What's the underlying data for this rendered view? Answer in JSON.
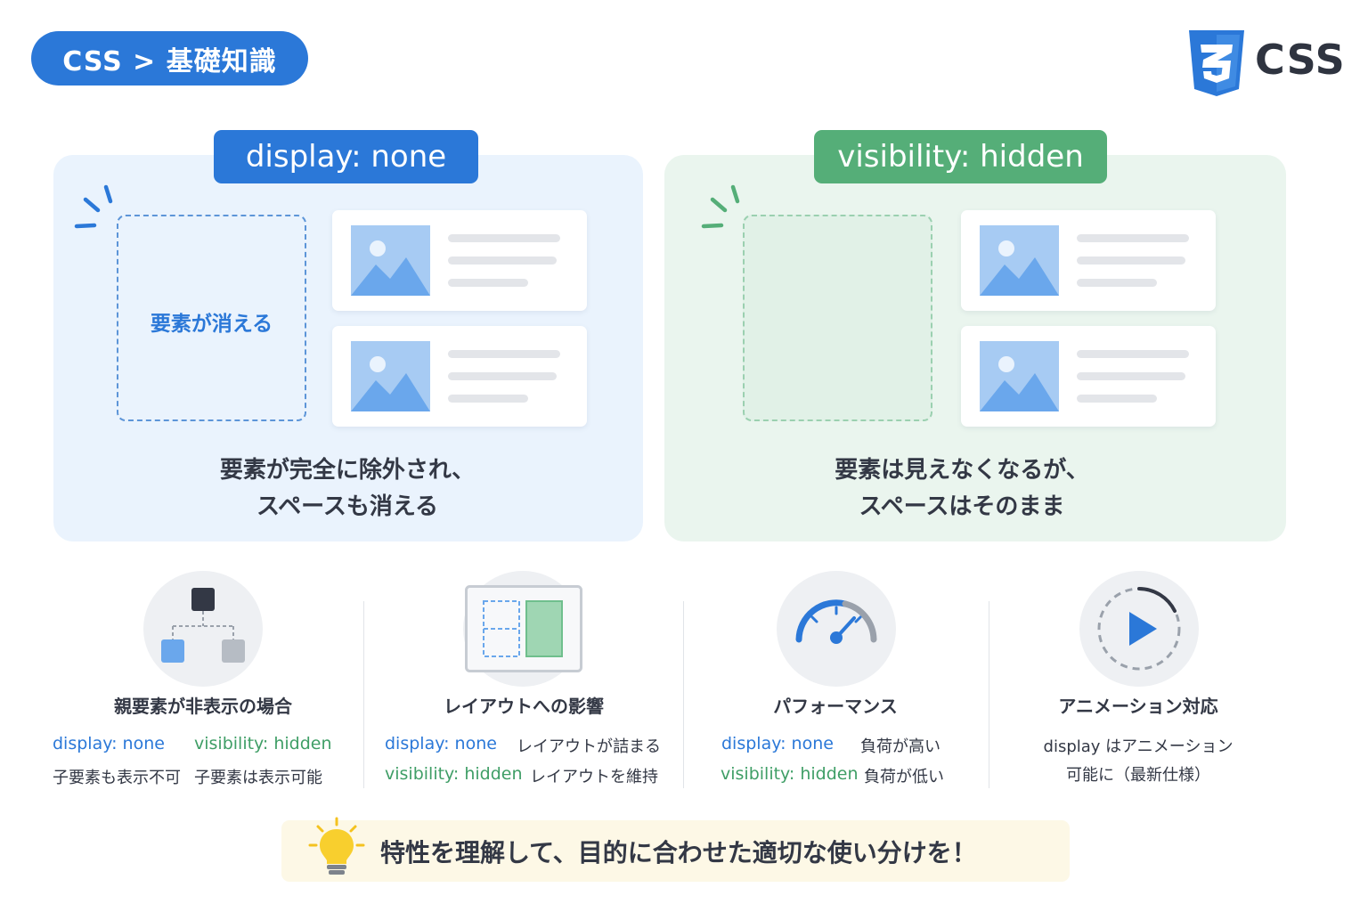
{
  "breadcrumb": "CSS > 基礎知識",
  "logo": {
    "text": "CSS",
    "badge_numeral": "3",
    "color": "#2b78d8"
  },
  "colors": {
    "blue": "#2b78d8",
    "green": "#55ae78",
    "light_blue": "#eaf3fd",
    "light_green": "#eaf5ee"
  },
  "display_panel": {
    "tag": "display: none",
    "box_label": "要素が消える",
    "caption_line1": "要素が完全に除外され、",
    "caption_line2": "スペースも消える"
  },
  "visibility_panel": {
    "tag": "visibility: hidden",
    "caption_line1": "要素は見えなくなるが、",
    "caption_line2": "スペースはそのまま"
  },
  "features": [
    {
      "icon": "hierarchy-icon",
      "title": "親要素が非表示の場合",
      "display_label": "display: none",
      "visibility_label": "visibility: hidden",
      "display_note": "子要素も表示不可",
      "visibility_note": "子要素は表示可能"
    },
    {
      "icon": "layout-icon",
      "title": "レイアウトへの影響",
      "display_label": "display: none",
      "display_note": "レイアウトが詰まる",
      "visibility_label": "visibility: hidden",
      "visibility_note": "レイアウトを維持"
    },
    {
      "icon": "speedometer-icon",
      "title": "パフォーマンス",
      "display_label": "display: none",
      "display_note": "負荷が高い",
      "visibility_label": "visibility: hidden",
      "visibility_note": "負荷が低い"
    },
    {
      "icon": "play-icon",
      "title": "アニメーション対応",
      "note_line1": "display はアニメーション",
      "note_line2": "可能に（最新仕様）"
    }
  ],
  "tip": {
    "icon": "lightbulb-icon",
    "text": "特性を理解して、目的に合わせた適切な使い分けを！"
  }
}
